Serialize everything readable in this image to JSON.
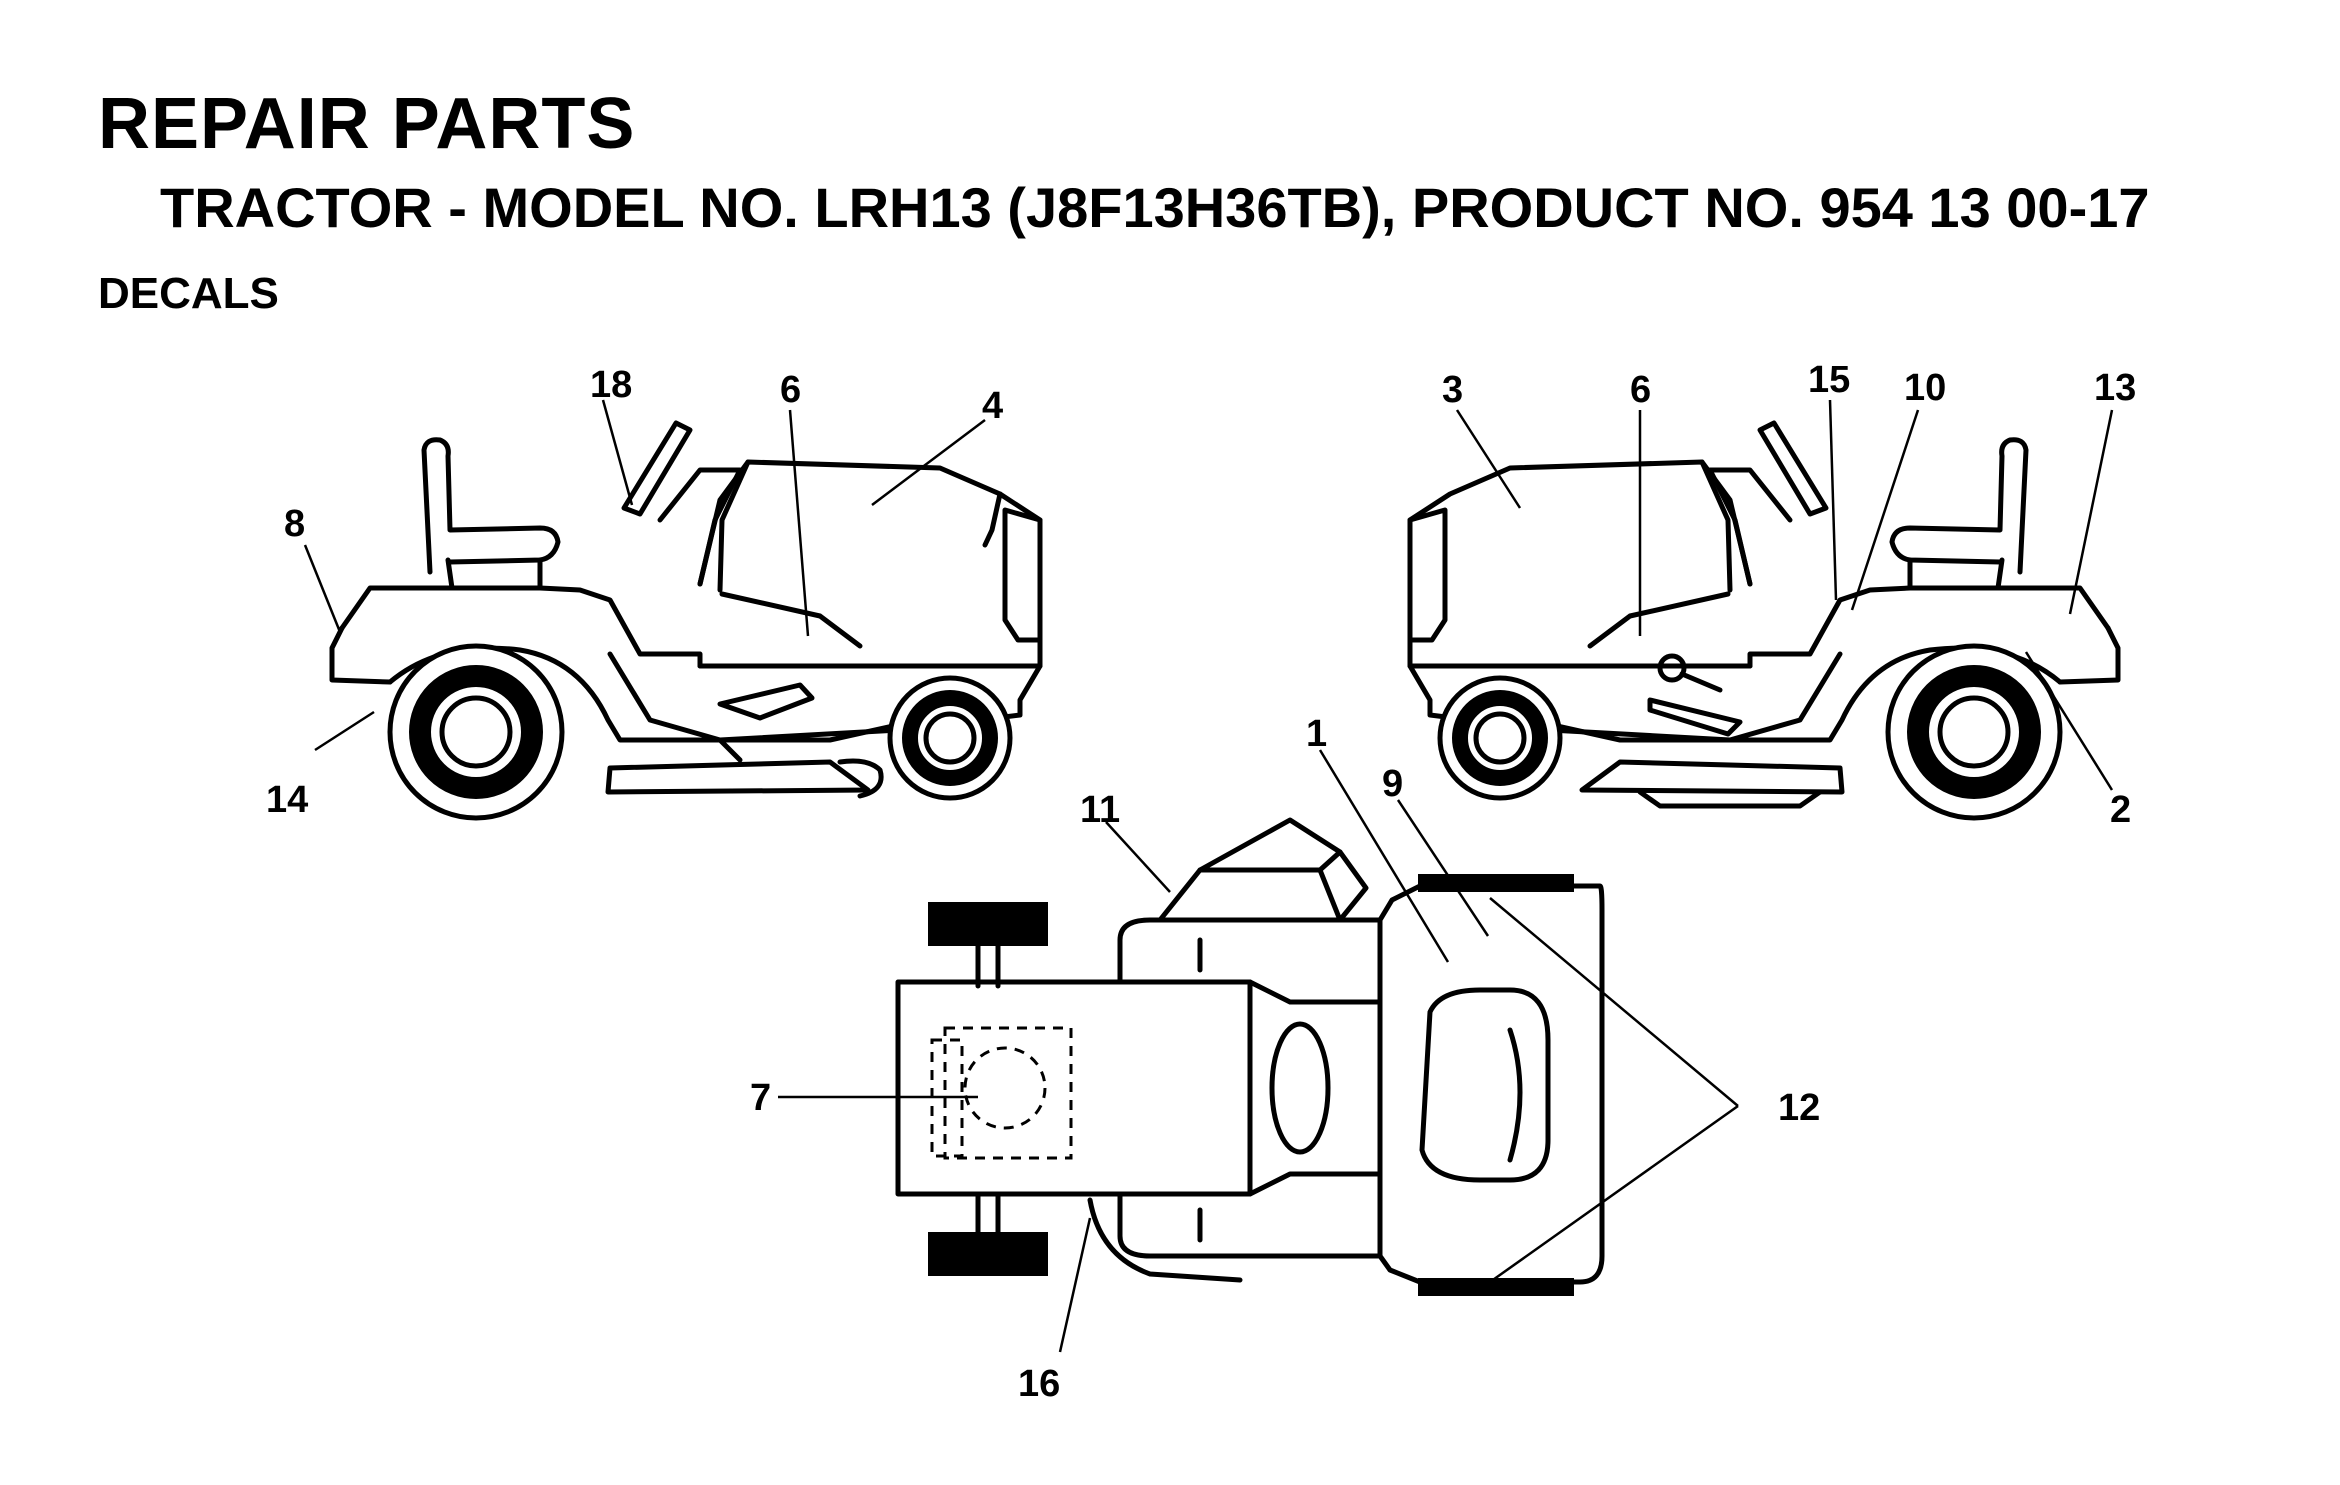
{
  "header": {
    "title": "REPAIR PARTS",
    "subtitle": "TRACTOR - MODEL NO. LRH13 (J8F13H36TB),  PRODUCT NO. 954 13 00-17",
    "section": "DECALS"
  },
  "callouts": {
    "left_view": [
      "18",
      "6",
      "4",
      "8",
      "14"
    ],
    "right_view": [
      "3",
      "6",
      "15",
      "10",
      "13",
      "2"
    ],
    "top_view": [
      "1",
      "9",
      "11",
      "12",
      "7",
      "16"
    ]
  }
}
